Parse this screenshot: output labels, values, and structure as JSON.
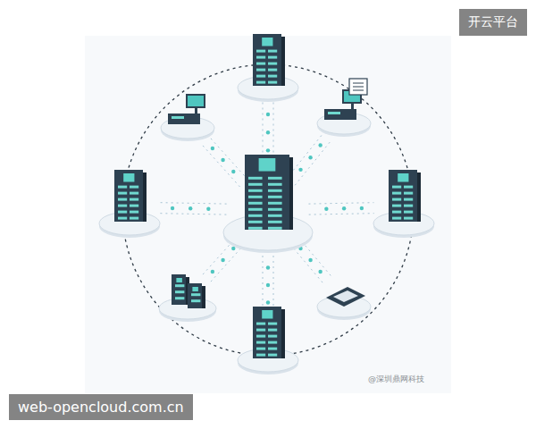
{
  "diagram": {
    "labels": [
      "开云平台",
      "web-opencloud.com.cn",
      "@深圳鼎网科技"
    ]
  }
}
